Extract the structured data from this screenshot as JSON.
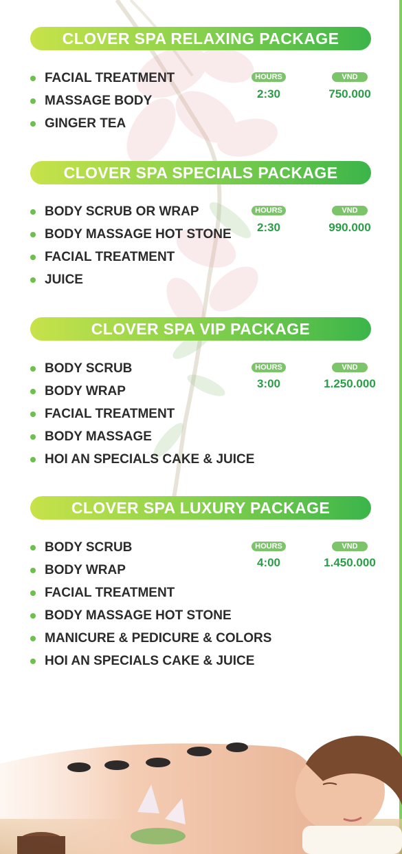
{
  "colors": {
    "banner_start": "#c8e24a",
    "banner_end": "#3bb54a",
    "bullet": "#6dc04b",
    "value_text": "#2a9d47",
    "pill": "#7cc46a"
  },
  "packages": [
    {
      "title": "CLOVER SPA RELAXING PACKAGE",
      "hours_label": "HOURS",
      "vnd_label": "VND",
      "hours": "2:30",
      "price": "750.000",
      "items": [
        "FACIAL TREATMENT",
        "MASSAGE BODY",
        "GINGER TEA"
      ]
    },
    {
      "title": "CLOVER SPA SPECIALS PACKAGE",
      "hours_label": "HOURS",
      "vnd_label": "VND",
      "hours": "2:30",
      "price": "990.000",
      "items": [
        "BODY SCRUB OR WRAP",
        "BODY MASSAGE HOT STONE",
        "FACIAL TREATMENT",
        "JUICE"
      ]
    },
    {
      "title": "CLOVER SPA VIP PACKAGE",
      "hours_label": "HOURS",
      "vnd_label": "VND",
      "hours": "3:00",
      "price": "1.250.000",
      "items": [
        "BODY SCRUB",
        "BODY WRAP",
        "FACIAL TREATMENT",
        "BODY MASSAGE",
        "HOI AN SPECIALS CAKE & JUICE"
      ]
    },
    {
      "title": "CLOVER SPA LUXURY PACKAGE",
      "hours_label": "HOURS",
      "vnd_label": "VND",
      "hours": "4:00",
      "price": "1.450.000",
      "items": [
        "BODY SCRUB",
        "BODY WRAP",
        "FACIAL TREATMENT",
        "BODY MASSAGE HOT STONE",
        "MANICURE & PEDICURE & COLORS",
        "HOI AN SPECIALS CAKE & JUICE"
      ]
    }
  ]
}
